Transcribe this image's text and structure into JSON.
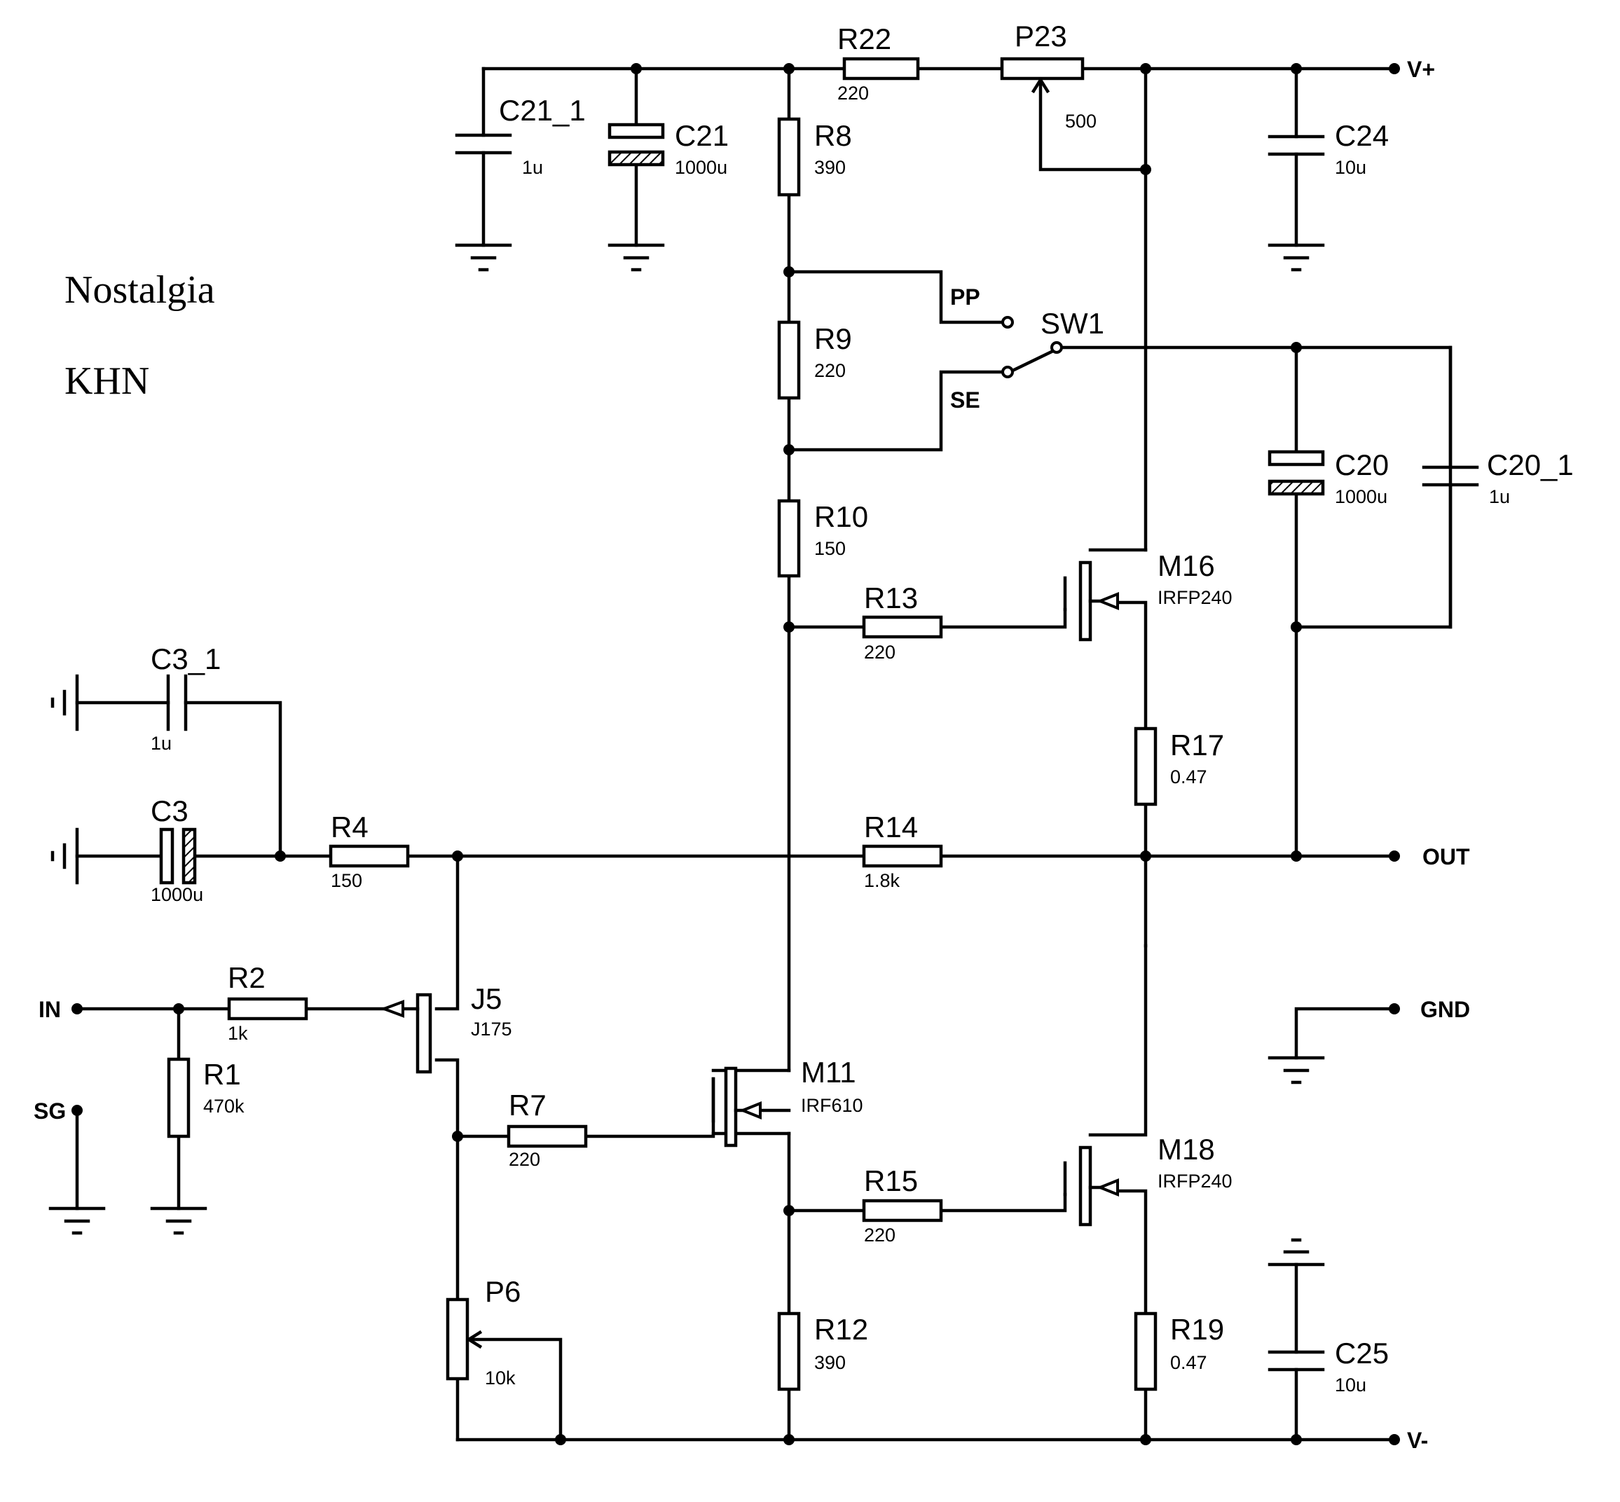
{
  "credits": {
    "line1": "Nostalgia",
    "line2": "KHN"
  },
  "ports": {
    "vplus": "V+",
    "vminus": "V-",
    "out": "OUT",
    "gnd": "GND",
    "in": "IN",
    "sg": "SG"
  },
  "switch": {
    "name": "SW1",
    "pp": "PP",
    "se": "SE"
  },
  "components": {
    "R22": {
      "name": "R22",
      "value": "220"
    },
    "P23": {
      "name": "P23",
      "value": "500"
    },
    "R8": {
      "name": "R8",
      "value": "390"
    },
    "R9": {
      "name": "R9",
      "value": "220"
    },
    "R10": {
      "name": "R10",
      "value": "150"
    },
    "R13": {
      "name": "R13",
      "value": "220"
    },
    "R14": {
      "name": "R14",
      "value": "1.8k"
    },
    "R17": {
      "name": "R17",
      "value": "0.47"
    },
    "R4": {
      "name": "R4",
      "value": "150"
    },
    "R2": {
      "name": "R2",
      "value": "1k"
    },
    "R1": {
      "name": "R1",
      "value": "470k"
    },
    "R7": {
      "name": "R7",
      "value": "220"
    },
    "R15": {
      "name": "R15",
      "value": "220"
    },
    "R12": {
      "name": "R12",
      "value": "390"
    },
    "R19": {
      "name": "R19",
      "value": "0.47"
    },
    "P6": {
      "name": "P6",
      "value": "10k"
    },
    "C21_1": {
      "name": "C21_1",
      "value": "1u"
    },
    "C21": {
      "name": "C21",
      "value": "1000u"
    },
    "C24": {
      "name": "C24",
      "value": "10u"
    },
    "C20": {
      "name": "C20",
      "value": "1000u"
    },
    "C20_1": {
      "name": "C20_1",
      "value": "1u"
    },
    "C3_1": {
      "name": "C3_1",
      "value": "1u"
    },
    "C3": {
      "name": "C3",
      "value": "1000u"
    },
    "C25": {
      "name": "C25",
      "value": "10u"
    },
    "M16": {
      "name": "M16",
      "value": "IRFP240"
    },
    "M18": {
      "name": "M18",
      "value": "IRFP240"
    },
    "M11": {
      "name": "M11",
      "value": "IRF610"
    },
    "J5": {
      "name": "J5",
      "value": "J175"
    }
  }
}
